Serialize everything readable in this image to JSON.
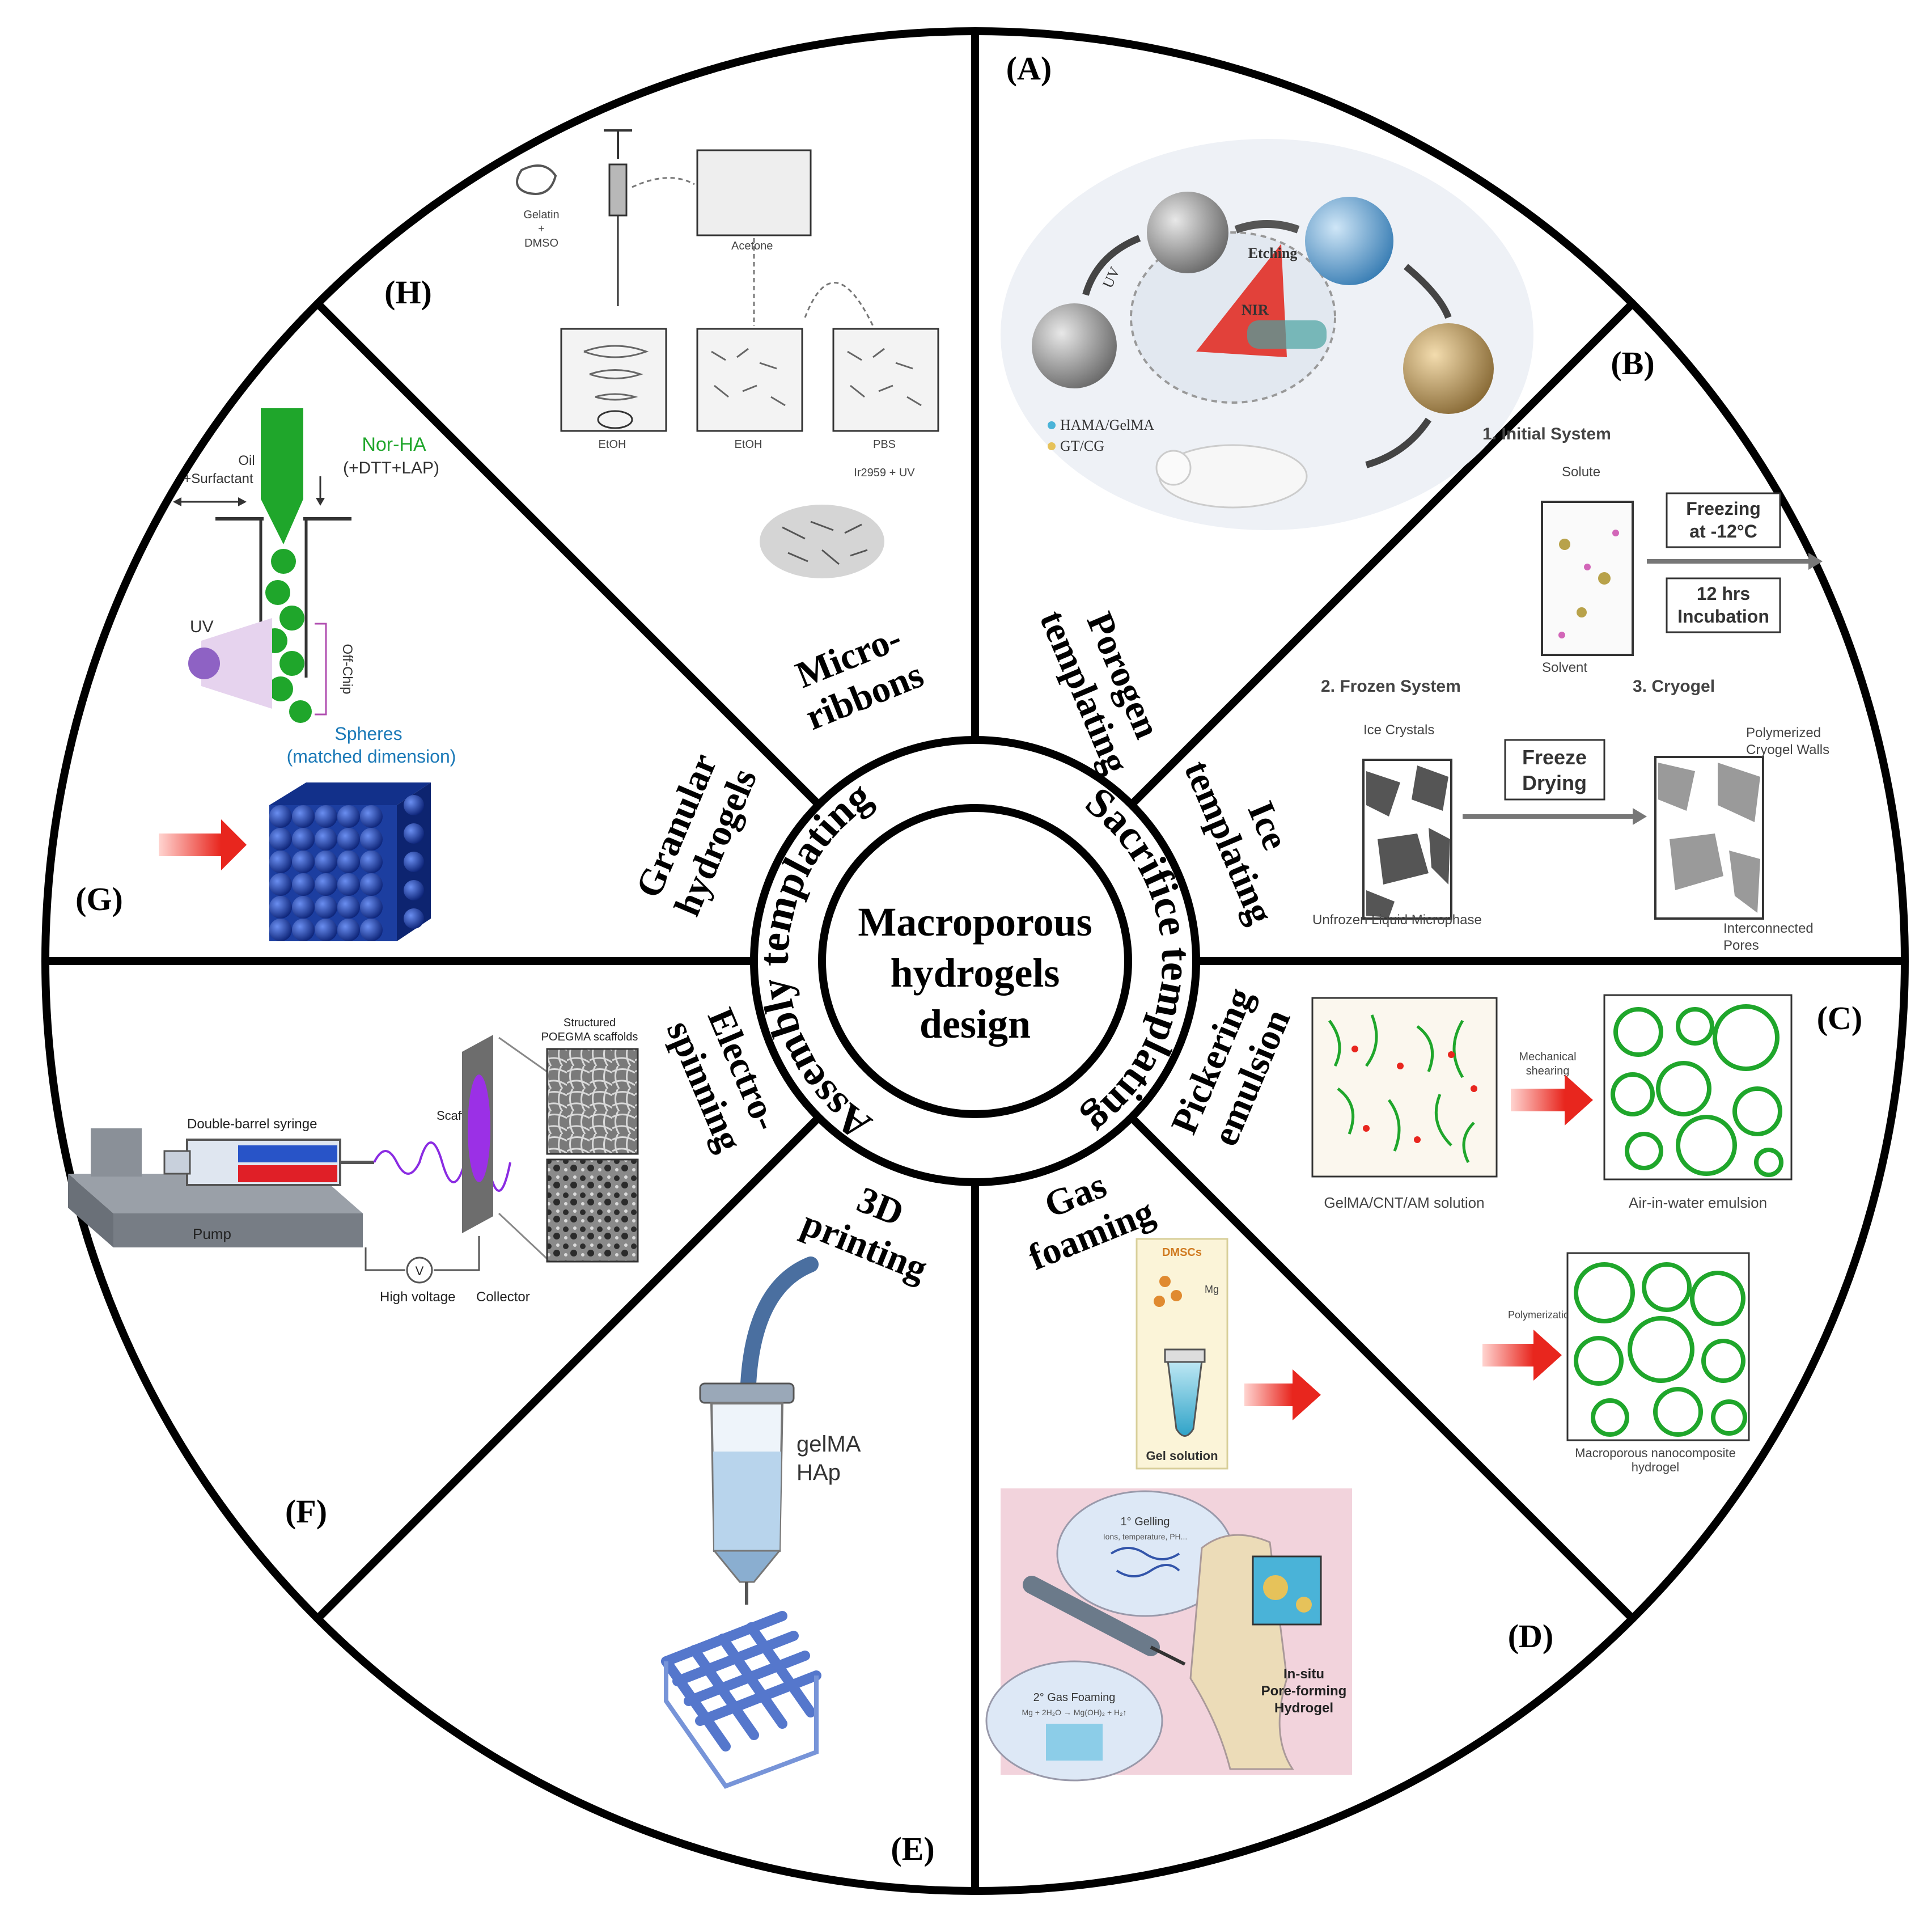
{
  "center": {
    "line1": "Macroporous",
    "line2": "hydrogels",
    "line3": "design"
  },
  "rings": {
    "left": "Assembly templating",
    "right": "Sacrifice templating"
  },
  "methods": {
    "porogen_1": "Porogen",
    "porogen_2": "templating",
    "ice_1": "Ice",
    "ice_2": "templating",
    "pickering_1": "Pickering",
    "pickering_2": "emulsion",
    "gas_1": "Gas",
    "gas_2": "foaming",
    "print_1": "3D",
    "print_2": "printing",
    "electro_1": "Electro-",
    "electro_2": "spinning",
    "granular_1": "Granular",
    "granular_2": "hydrogels",
    "micro_1": "Micro-",
    "micro_2": "ribbons"
  },
  "panel_labels": {
    "A": "(A)",
    "B": "(B)",
    "C": "(C)",
    "D": "(D)",
    "E": "(E)",
    "F": "(F)",
    "G": "(G)",
    "H": "(H)"
  },
  "panel_A": {
    "etching": "Etching",
    "uv": "UV",
    "nir": "NIR",
    "legend1": "HAMA/GelMA",
    "legend2": "GT/CG"
  },
  "panel_B": {
    "step1": "1. Initial System",
    "solute": "Solute",
    "solvent": "Solvent",
    "freezing1": "Freezing",
    "freezing2": "at -12°C",
    "incub1": "12 hrs",
    "incub2": "Incubation",
    "step2": "2. Frozen System",
    "step3": "3. Cryogel",
    "ice_crystals": "Ice Crystals",
    "freeze1": "Freeze",
    "freeze2": "Drying",
    "walls1": "Polymerized",
    "walls2": "Cryogel Walls",
    "unfrozen": "Unfrozen Liquid Microphase",
    "pores1": "Interconnected",
    "pores2": "Pores"
  },
  "panel_C": {
    "mech1": "Mechanical",
    "mech2": "shearing",
    "solution": "GelMA/CNT/AM solution",
    "emulsion": "Air-in-water emulsion",
    "polym": "Polymerization",
    "result1": "Macroporous nanocomposite",
    "result2": "hydrogel"
  },
  "panel_D": {
    "dmscs": "DMSCs",
    "mg": "Mg",
    "gel_solution": "Gel solution",
    "gelling": "1° Gelling",
    "gelling_sub": "Ions, temperature, PH...",
    "foaming": "2° Gas Foaming",
    "reaction": "Mg + 2H₂O → Mg(OH)₂ + H₂↑",
    "insitu1": "In-situ",
    "insitu2": "Pore-forming",
    "insitu3": "Hydrogel"
  },
  "panel_E": {
    "gelma": "gelMA",
    "hap": "HAp"
  },
  "panel_F": {
    "structured1": "Structured",
    "structured2": "POEGMA scaffolds",
    "syringe": "Double-barrel syringe",
    "scaffold": "Scaffold",
    "pump": "Pump",
    "voltage": "High voltage",
    "collector": "Collector",
    "v": "V"
  },
  "panel_G": {
    "norha": "Nor-HA",
    "reagents": "(+DTT+LAP)",
    "oil": "Oil",
    "surfactant": "+Surfactant",
    "uv": "UV",
    "offchip": "Off-Chip",
    "spheres": "Spheres",
    "matched": "(matched dimension)"
  },
  "panel_H": {
    "gelatin1": "Gelatin",
    "gelatin2": "+",
    "gelatin3": "DMSO",
    "acetone": "Acetone",
    "etoh1": "EtOH",
    "etoh2": "EtOH",
    "pbs": "PBS",
    "irg": "Ir2959 + UV"
  },
  "colors": {
    "line": "#000000",
    "green": "#1fa62b",
    "blue_sphere": "#1c3ea0",
    "red_arrow": "#e8261e",
    "cryo": "#9a9a9a",
    "syringe_blue": "#2854c8",
    "syringe_red": "#e01f27",
    "purple": "#8a2be2",
    "pink_bg": "#f2d3dc",
    "lattice": "#5577cc"
  }
}
